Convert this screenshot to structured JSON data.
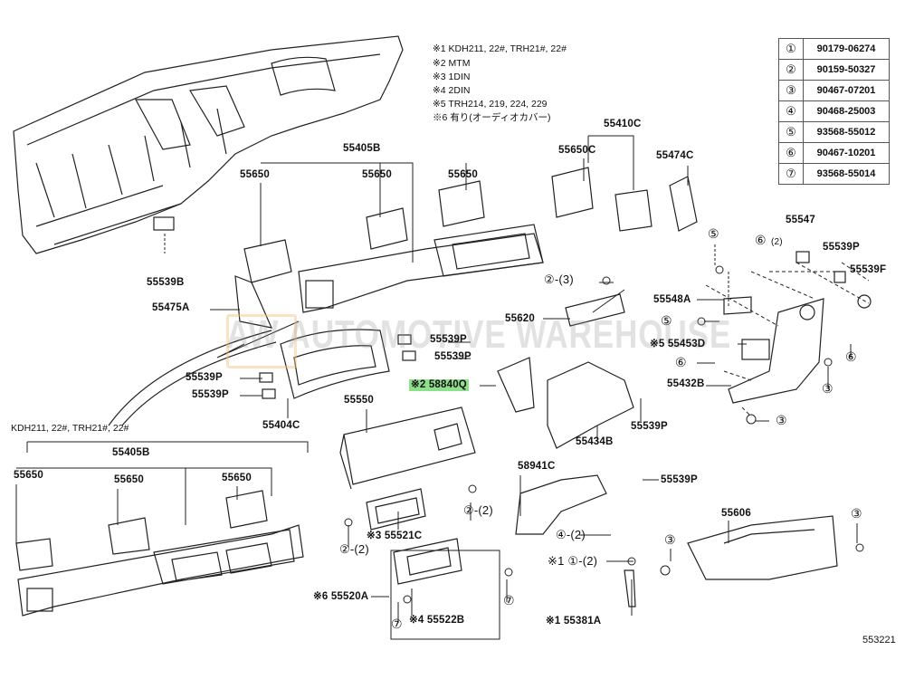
{
  "notes": [
    "※1 KDH211, 22#, TRH21#, 22#",
    "※2 MTM",
    "※3 1DIN",
    "※4 2DIN",
    "※5 TRH214, 219, 224, 229",
    "※6 有り(オーディオカバー)"
  ],
  "reference_table": [
    {
      "num": "①",
      "part": "90179-06274"
    },
    {
      "num": "②",
      "part": "90159-50327"
    },
    {
      "num": "③",
      "part": "90467-07201"
    },
    {
      "num": "④",
      "part": "90468-25003"
    },
    {
      "num": "⑤",
      "part": "93568-55012"
    },
    {
      "num": "⑥",
      "part": "90467-10201"
    },
    {
      "num": "⑦",
      "part": "93568-55014"
    }
  ],
  "labels": {
    "p55405b_top": "55405B",
    "p55650_a": "55650",
    "p55650_b": "55650",
    "p55650_c": "55650",
    "p55410c": "55410C",
    "p55650c": "55650C",
    "p55474c": "55474C",
    "p55539b": "55539B",
    "p55475a": "55475A",
    "p55547": "55547",
    "p55539p_r1": "55539P",
    "p55539f": "55539F",
    "ref_2_3": "②-(3)",
    "p55548a": "55548A",
    "p55620": "55620",
    "ref_5_a": "⑤",
    "ref_5_b": "⑤",
    "p55453d": "※5 55453D",
    "p55539p_m1": "55539P",
    "p55539p_m2": "55539P",
    "p55539p_l1": "55539P",
    "p55539p_l2": "55539P",
    "p58840q": "※2 58840Q",
    "ref_6_a": "⑥",
    "ref_6_b": "⑥",
    "ref_6_c": "⑥",
    "ref_6_c_qty": "(2)",
    "p55432b": "55432B",
    "ref_3_a": "③",
    "ref_3_b": "③",
    "ref_3_c": "③",
    "ref_3_d": "③",
    "p55404c": "55404C",
    "p55550": "55550",
    "p55539p_c": "55539P",
    "p55434b": "55434B",
    "variant_note": "KDH211, 22#, TRH21#, 22#",
    "p55405b_bottom": "55405B",
    "p55650_d": "55650",
    "p55650_e": "55650",
    "p55650_f": "55650",
    "p58941c": "58941C",
    "p55539p_d": "55539P",
    "ref_2_2_a": "②-(2)",
    "p55521c": "※3 55521C",
    "ref_2_2_b": "②-(2)",
    "p55606": "55606",
    "ref_4_2": "④-(2)",
    "ref_1_2": "※1 ①-(2)",
    "p55520a": "※6 55520A",
    "ref_7_a": "⑦",
    "ref_7_b": "⑦",
    "p55522b": "※4 55522B",
    "p55381a": "※1 55381A"
  },
  "highlight_color": "#8fe08a",
  "watermark": "AW AUTOMOTIVE WAREHOUSE",
  "diagram_code": "553221"
}
